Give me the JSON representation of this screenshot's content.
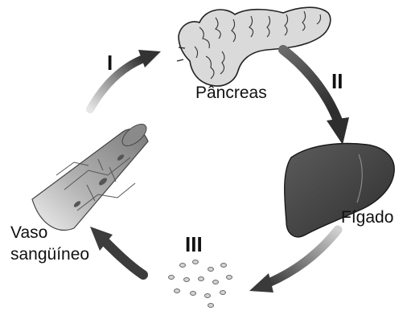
{
  "labels": {
    "pancreas": "Pâncreas",
    "liver": "Fígado",
    "vessel_line1": "Vaso",
    "vessel_line2": "sangüíneo",
    "step_1": "I",
    "step_2": "II",
    "step_3": "III"
  },
  "colors": {
    "arrow_dark": "#3d3d3d",
    "arrow_light": "#c8c8c8",
    "liver_fill": "#4a4a4a",
    "pancreas_fill": "#d9d9d9",
    "vessel_fill": "#9a9a9a",
    "particle_fill": "#d6d6d6"
  }
}
